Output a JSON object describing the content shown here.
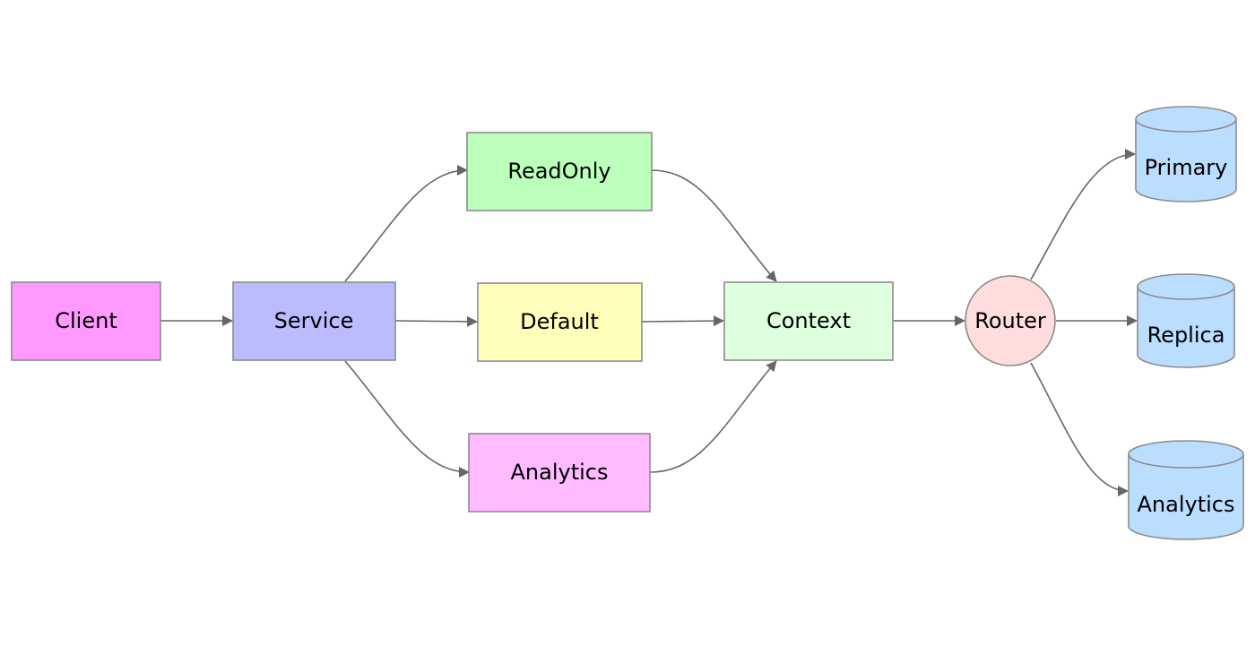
{
  "colors": {
    "client": "#ff99ff",
    "service": "#bbbbff",
    "readonly": "#bbffbb",
    "default": "#ffffbb",
    "analytics_route": "#ffbbff",
    "context": "#ddffdd",
    "router": "#ffdddd",
    "database": "#bbddff",
    "edge": "#666666",
    "border": "#8c8c8c"
  },
  "nodes": {
    "client": {
      "label": "Client",
      "shape": "rectangle"
    },
    "service": {
      "label": "Service",
      "shape": "rectangle"
    },
    "readonly": {
      "label": "ReadOnly",
      "shape": "rectangle"
    },
    "default": {
      "label": "Default",
      "shape": "rectangle"
    },
    "analytics_route": {
      "label": "Analytics",
      "shape": "rectangle"
    },
    "context": {
      "label": "Context",
      "shape": "rectangle"
    },
    "router": {
      "label": "Router",
      "shape": "circle"
    },
    "primary": {
      "label": "Primary",
      "shape": "cylinder"
    },
    "replica": {
      "label": "Replica",
      "shape": "cylinder"
    },
    "analytics_db": {
      "label": "Analytics",
      "shape": "cylinder"
    }
  },
  "edges": [
    {
      "from": "client",
      "to": "service"
    },
    {
      "from": "service",
      "to": "readonly"
    },
    {
      "from": "service",
      "to": "default"
    },
    {
      "from": "service",
      "to": "analytics_route"
    },
    {
      "from": "readonly",
      "to": "context"
    },
    {
      "from": "default",
      "to": "context"
    },
    {
      "from": "analytics_route",
      "to": "context"
    },
    {
      "from": "context",
      "to": "router"
    },
    {
      "from": "router",
      "to": "primary"
    },
    {
      "from": "router",
      "to": "replica"
    },
    {
      "from": "router",
      "to": "analytics_db"
    }
  ]
}
